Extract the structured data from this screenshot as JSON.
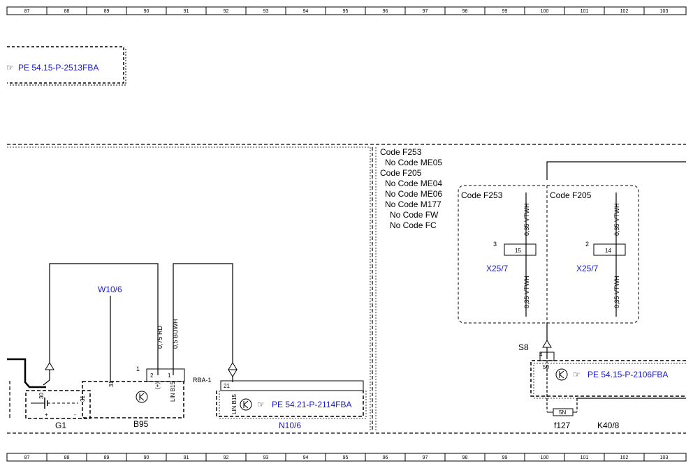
{
  "ruler": {
    "columns": [
      "87",
      "88",
      "89",
      "90",
      "91",
      "92",
      "93",
      "94",
      "95",
      "96",
      "97",
      "98",
      "99",
      "100",
      "101",
      "102",
      "103"
    ]
  },
  "references": {
    "top_left": "PE 54.15-P-2513FBA",
    "n10_6": "PE 54.21-P-2114FBA",
    "k40_8": "PE 54.15-P-2106FBA"
  },
  "code_conditions": [
    "Code F253",
    "No Code ME05",
    "Code F205",
    "No Code ME04",
    "No Code ME06",
    "No Code M177",
    "No Code FW",
    "No Code FC"
  ],
  "components": {
    "g1": "G1",
    "b95": "B95",
    "n10_6": "N10/6",
    "w10_6": "W10/6",
    "k40_8": "K40/8",
    "f127": "f127",
    "s8": "S8",
    "x25_7_left": "X25/7",
    "x25_7_right": "X25/7"
  },
  "wires": {
    "rd": "0,75 RD",
    "buwh": "0,5 BUWH",
    "vtwh": "0,35 VTWH"
  },
  "pins": {
    "g1_30": "30",
    "g1_31": "31",
    "g1_plus": "+",
    "g1_minus": "-",
    "b95_31": "31",
    "b95_1": "1",
    "b95_2": "2",
    "b95_1b": "1",
    "b95_plus": "(+)",
    "b95_lin": "LIN B15",
    "n10_rba": "RBA-1",
    "n10_21": "21",
    "n10_lin": "LIN B15",
    "x_left_3": "3",
    "x_left_15": "15",
    "x_right_2": "2",
    "x_right_14": "14",
    "s8_4": "4",
    "k40_50": "50",
    "fuse": "5N"
  },
  "code_boxes": {
    "left": "Code F253",
    "right": "Code F205"
  }
}
